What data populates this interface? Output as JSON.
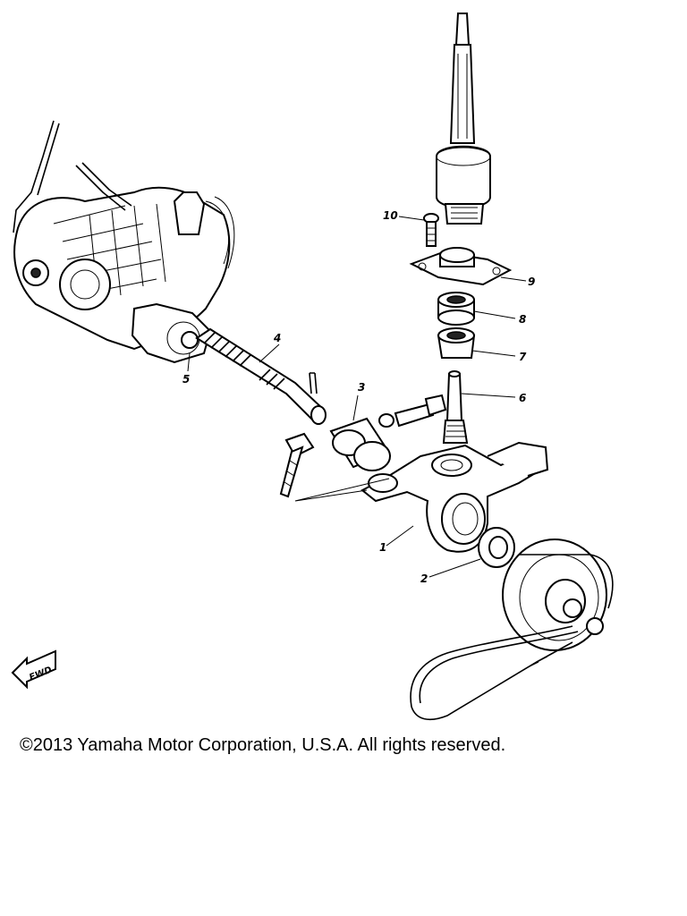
{
  "callouts": {
    "c1": "1",
    "c2": "2",
    "c3": "3",
    "c4": "4",
    "c5": "5",
    "c6": "6",
    "c7": "7",
    "c8": "8",
    "c9": "9",
    "c10": "10"
  },
  "fwd_label": "FWD",
  "copyright": "©2013 Yamaha Motor Corporation, U.S.A. All rights reserved."
}
